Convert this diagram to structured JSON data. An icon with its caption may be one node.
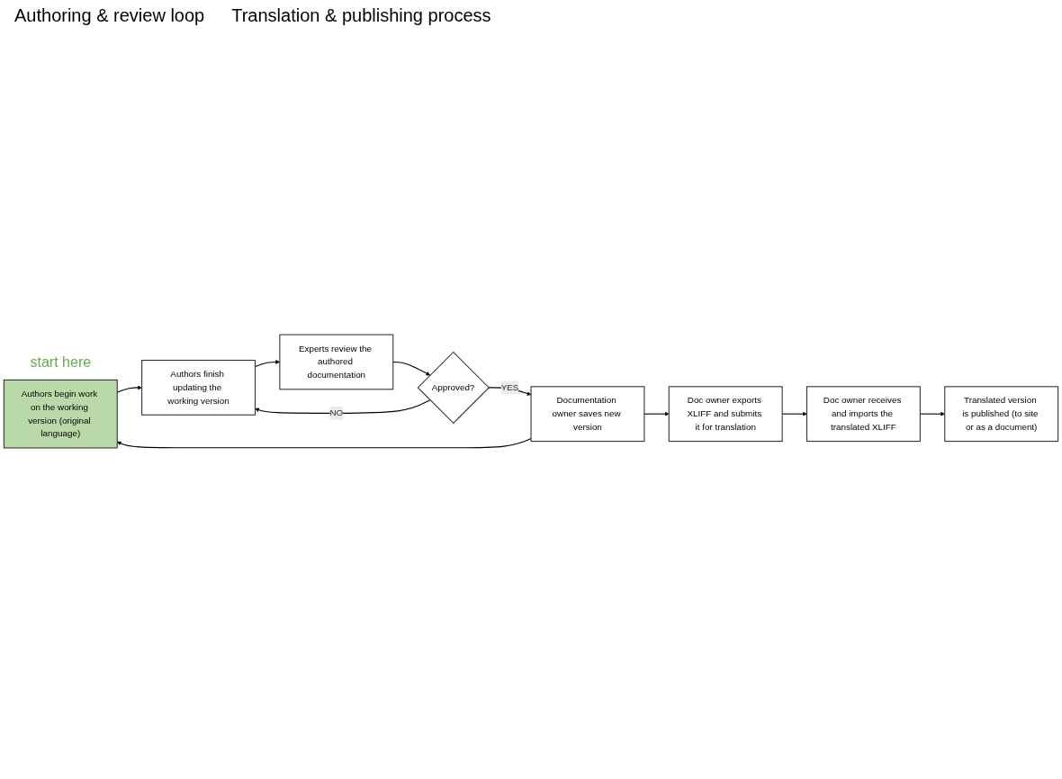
{
  "diagram": {
    "nodes": [
      {
        "text": [
          "Authors begin work on the working version (original language)"
        ],
        "beside": [
          "start here"
        ]
      },
      {
        "text": [
          "Authors finish updating the working version"
        ]
      },
      {
        "text": [
          "Experts review the authored documentation"
        ]
      },
      {
        "text": [
          "Approved?"
        ]
      },
      {
        "text": [
          "Documentation owner saves new version"
        ]
      },
      {
        "text": [
          "Doc owner exports XLIFF and submits it for translation"
        ]
      },
      {
        "text": [
          "Doc owner receives and imports the translated XLIFF"
        ]
      },
      {
        "text": [
          "Translated version is published (to site or as a document)"
        ]
      }
    ],
    "edges": [
      {
        "from": 0,
        "to": 1,
        "arrow": "to"
      },
      {
        "from": 1,
        "to": 2,
        "arrow": "to"
      },
      {
        "from": 2,
        "to": 3,
        "arrow": "to"
      },
      {
        "from": 3,
        "to": 1,
        "label": "NO",
        "arrow": "to"
      },
      {
        "from": 3,
        "to": 4,
        "label": "YES",
        "arrow": "to"
      },
      {
        "from": 4,
        "to": 0,
        "arrow": "to"
      },
      {
        "from": 4,
        "to": 5,
        "arrow": "to"
      },
      {
        "from": 5,
        "to": 6,
        "arrow": "to"
      },
      {
        "from": 6,
        "to": 7,
        "arrow": "to"
      }
    ],
    "labels": [
      "Authoring & review loop",
      "Translation & publishing process"
    ]
  }
}
